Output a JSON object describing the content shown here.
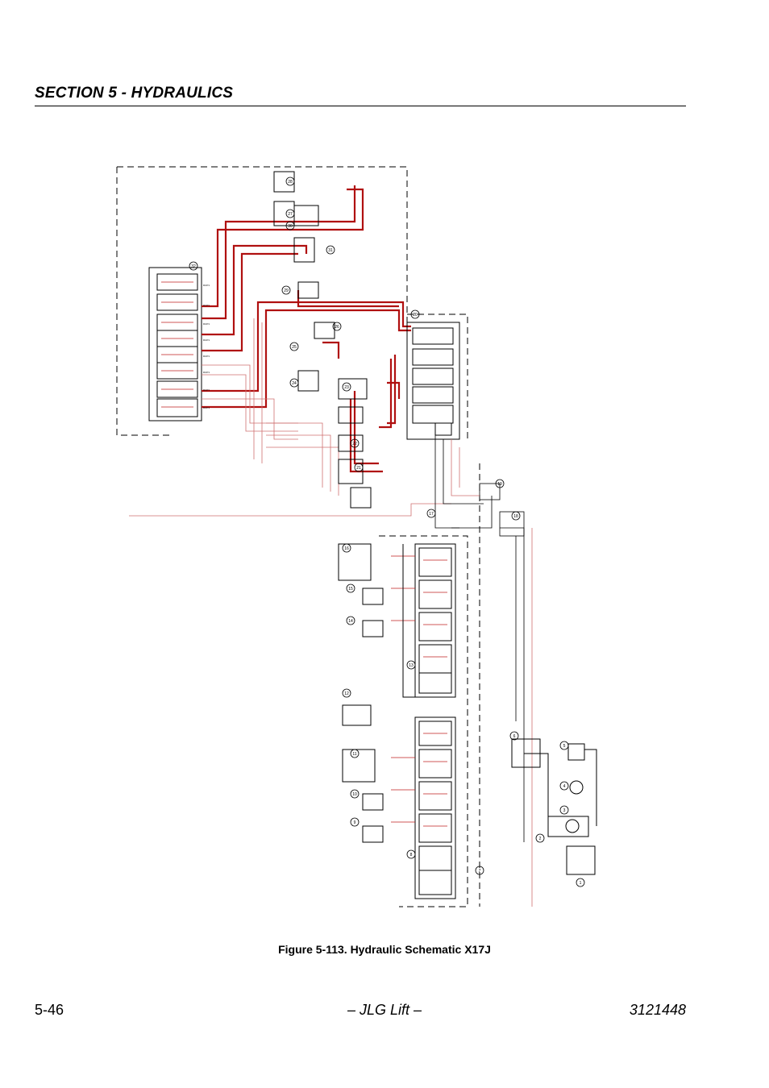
{
  "header": {
    "section_title": "SECTION 5 - HYDRAULICS"
  },
  "figure": {
    "caption": "Figure 5-113.  Hydraulic Schematic X17J"
  },
  "footer": {
    "page_number": "5-46",
    "center": "– JLG Lift –",
    "doc_number": "3121448"
  },
  "colors": {
    "hydraulic_line": "#b01010",
    "thin_line": "#d07070",
    "frame": "#000000"
  },
  "schematic_callouts": [
    "28",
    "27",
    "30",
    "31",
    "32",
    "29",
    "26",
    "25",
    "24",
    "23",
    "22",
    "21",
    "20",
    "19",
    "17",
    "18",
    "16",
    "15",
    "14",
    "13",
    "12",
    "11",
    "10",
    "9",
    "8",
    "7",
    "6",
    "5",
    "4",
    "3",
    "2",
    "1"
  ]
}
